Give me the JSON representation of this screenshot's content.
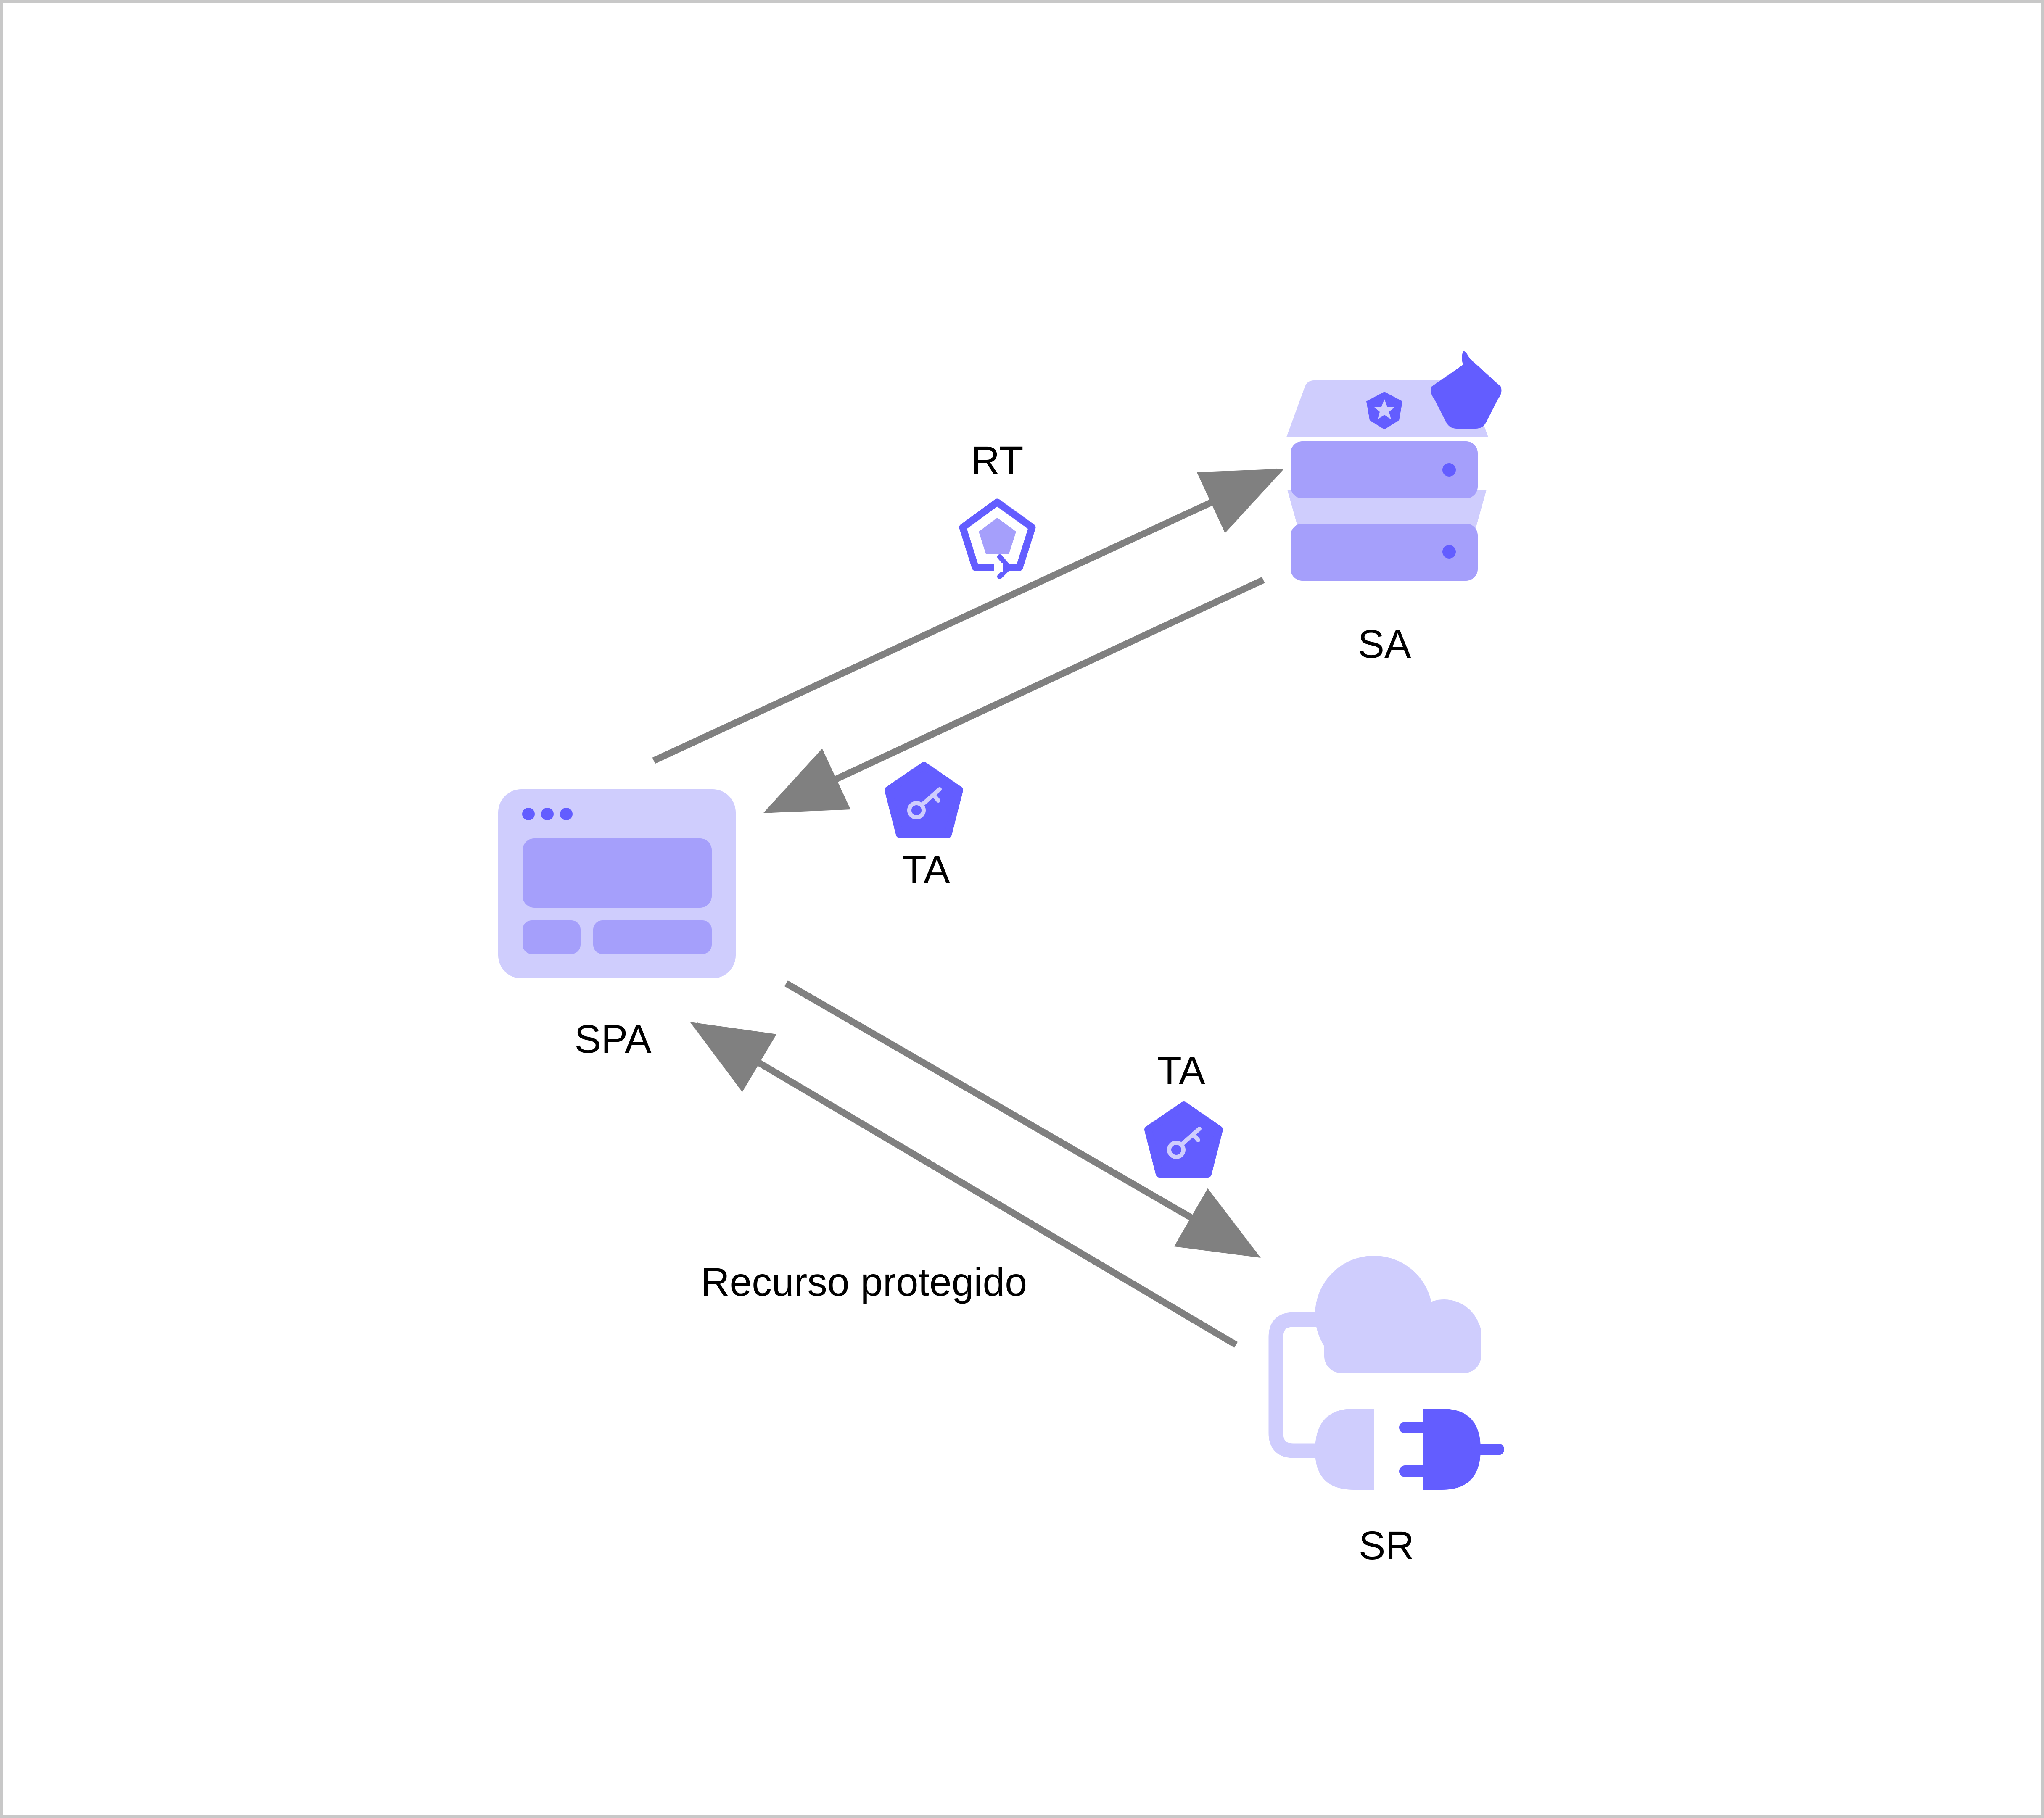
{
  "nodes": {
    "spa": {
      "label": "SPA",
      "icon": "browser-window-icon"
    },
    "sa": {
      "label": "SA",
      "icon": "server-stack-icon"
    },
    "sr": {
      "label": "SR",
      "icon": "cloud-plug-icon"
    }
  },
  "edges": {
    "spa_to_sa": {
      "label": "RT",
      "icon": "refresh-token-icon"
    },
    "sa_to_spa": {
      "label": "TA",
      "icon": "key-pentagon-icon"
    },
    "spa_to_sr": {
      "label": "TA",
      "icon": "key-pentagon-icon"
    },
    "sr_to_spa": {
      "label": "Recurso protegido"
    }
  },
  "colors": {
    "light": "#cfcdfd",
    "medium": "#a59ffb",
    "accent": "#635dff",
    "arrow": "#808080",
    "border": "#c8c8c8"
  }
}
